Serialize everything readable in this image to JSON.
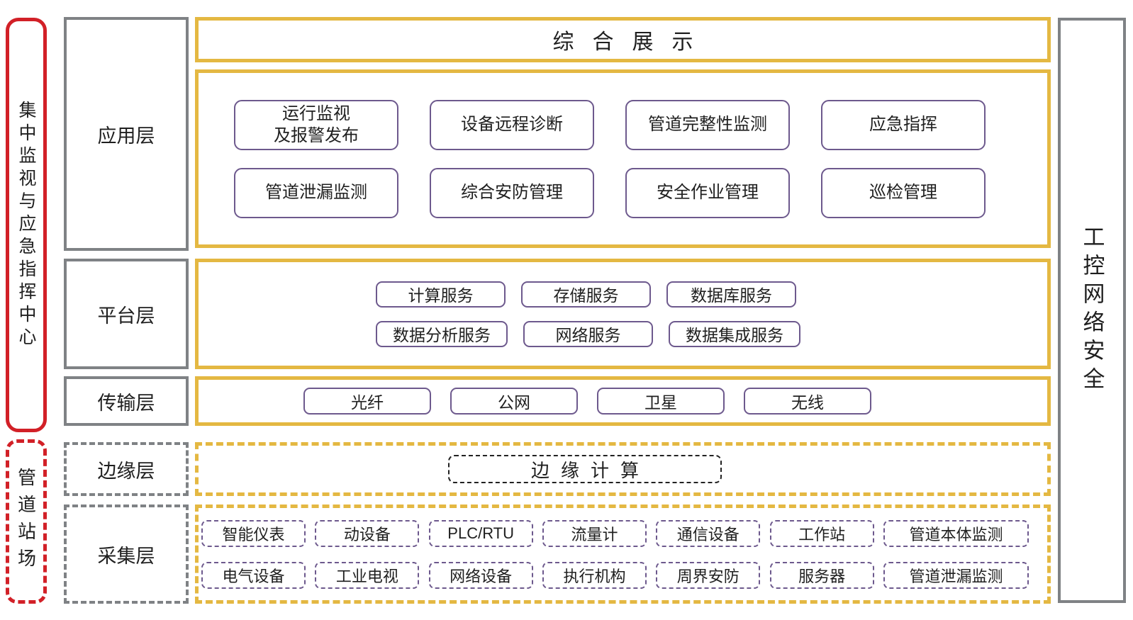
{
  "left_rail": {
    "center_label": "集中监视与应急指挥中心",
    "station_label": "管道站场"
  },
  "right_rail": {
    "label": "工控网络安全"
  },
  "layer_labels": {
    "application": "应用层",
    "platform": "平台层",
    "transport": "传输层",
    "edge": "边缘层",
    "collection": "采集层"
  },
  "banner": {
    "title": "综合展示"
  },
  "application": {
    "boxes": [
      "运行监视\n及报警发布",
      "设备远程诊断",
      "管道完整性监测",
      "应急指挥",
      "管道泄漏监测",
      "综合安防管理",
      "安全作业管理",
      "巡检管理"
    ]
  },
  "platform": {
    "boxes": [
      "计算服务",
      "存储服务",
      "数据库服务",
      "数据分析服务",
      "网络服务",
      "数据集成服务"
    ]
  },
  "transport": {
    "boxes": [
      "光纤",
      "公网",
      "卫星",
      "无线"
    ]
  },
  "edge": {
    "box": "边缘计算"
  },
  "collection": {
    "row1": [
      "智能仪表",
      "动设备",
      "PLC/RTU",
      "流量计",
      "通信设备",
      "工作站",
      "管道本体监测"
    ],
    "row2": [
      "电气设备",
      "工业电视",
      "网络设备",
      "执行机构",
      "周界安防",
      "服务器",
      "管道泄漏监测"
    ]
  },
  "colors": {
    "accent_yellow": "#E4B842",
    "accent_red": "#D22027",
    "frame_gray": "#7F8285",
    "box_purple": "#6D598D",
    "text": "#1F1F1F"
  }
}
